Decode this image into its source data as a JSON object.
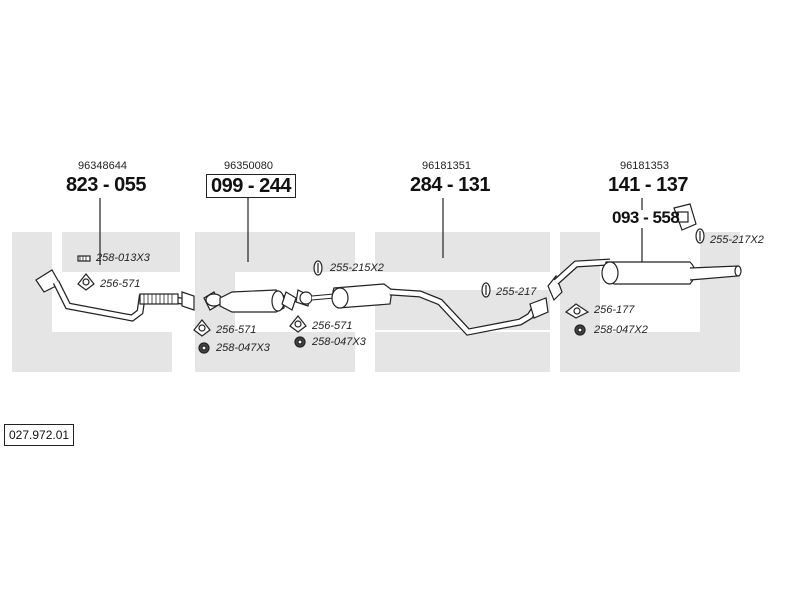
{
  "diagram": {
    "reference": "027.972.01",
    "watermark_color": "#e5e5e5",
    "sections": [
      {
        "oem": "96348644",
        "part": "823 - 055"
      },
      {
        "oem": "96350080",
        "part": "099 - 244"
      },
      {
        "oem": "96181351",
        "part": "284 - 131"
      },
      {
        "oem": "96181353",
        "part": "141 - 137",
        "extra_part": "093 - 558"
      }
    ],
    "small_parts": [
      "258-013X3",
      "256-571",
      "256-571",
      "258-047X3",
      "255-215X2",
      "256-571",
      "258-047X3",
      "255-217",
      "255-217X2",
      "256-177",
      "258-047X2"
    ]
  }
}
